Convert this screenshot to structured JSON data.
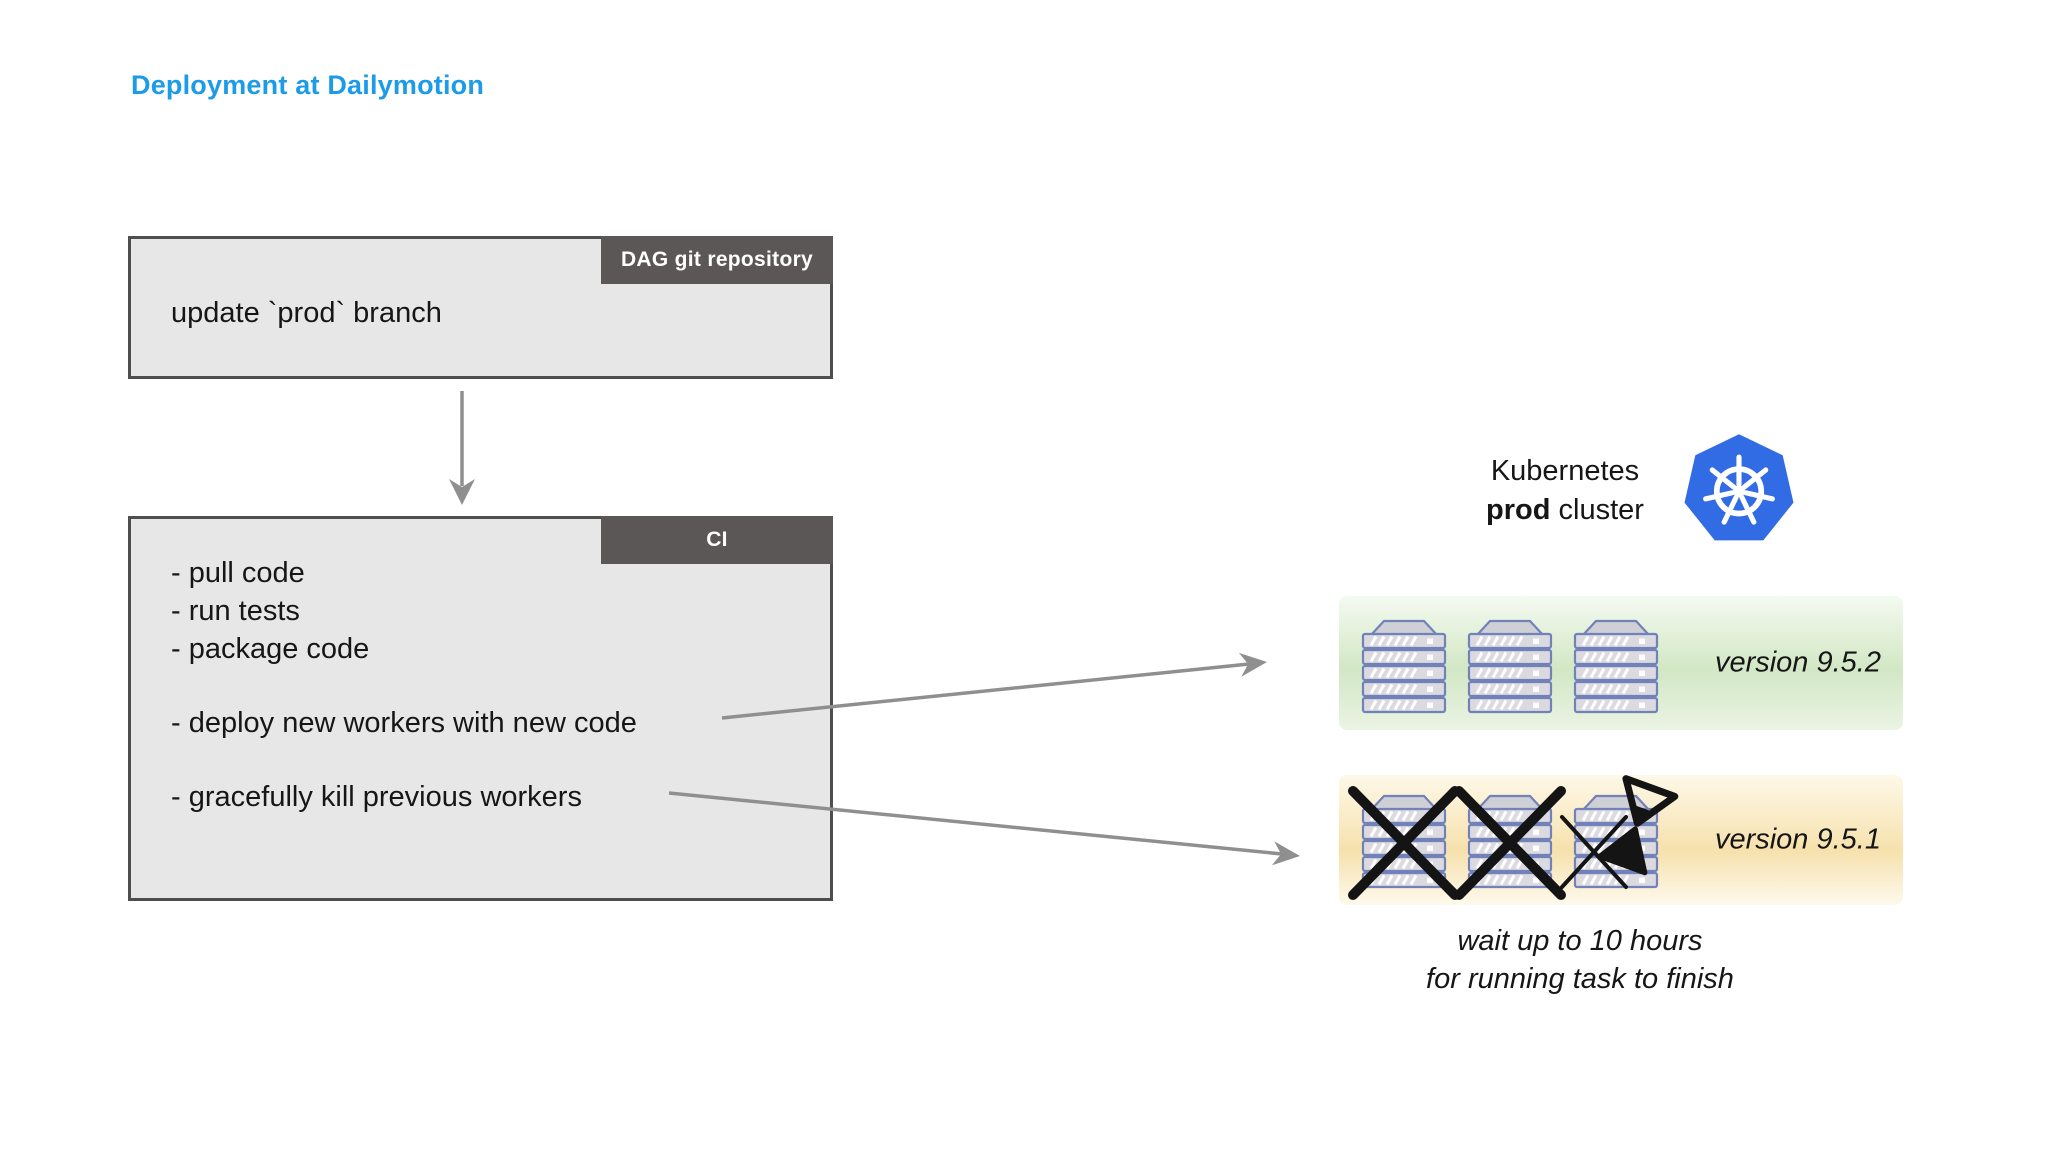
{
  "title": "Deployment at Dailymotion",
  "dag_box": {
    "tab_label": "DAG git repository",
    "body_text": "update `prod` branch"
  },
  "ci_box": {
    "tab_label": "CI",
    "items": [
      "- pull code",
      "- run tests",
      "- package code",
      "- deploy new workers with new code",
      "- gracefully kill previous workers"
    ]
  },
  "cluster": {
    "name_line": "Kubernetes",
    "env_bold": "prod",
    "env_rest": " cluster"
  },
  "version_bands": [
    {
      "version_label": "version 9.5.2",
      "server_count": 3
    },
    {
      "version_label": "version 9.5.1",
      "server_count": 3
    }
  ],
  "note": {
    "line1": "wait up to 10 hours",
    "line2": "for running task to finish"
  },
  "colors": {
    "title_blue": "#1c9be9",
    "box_fill": "#e8e7e7",
    "box_border": "#4e4e4e",
    "tab_bg": "#5b5757",
    "tab_text": "#ffffff",
    "arrow_gray": "#8f8f8f",
    "kubernetes_blue": "#326ce5",
    "green_band_mid": "#d2e7c5",
    "yellow_band_mid": "#f6e1ac",
    "server_outline": "#7282b8",
    "x_mark": "#141414"
  }
}
